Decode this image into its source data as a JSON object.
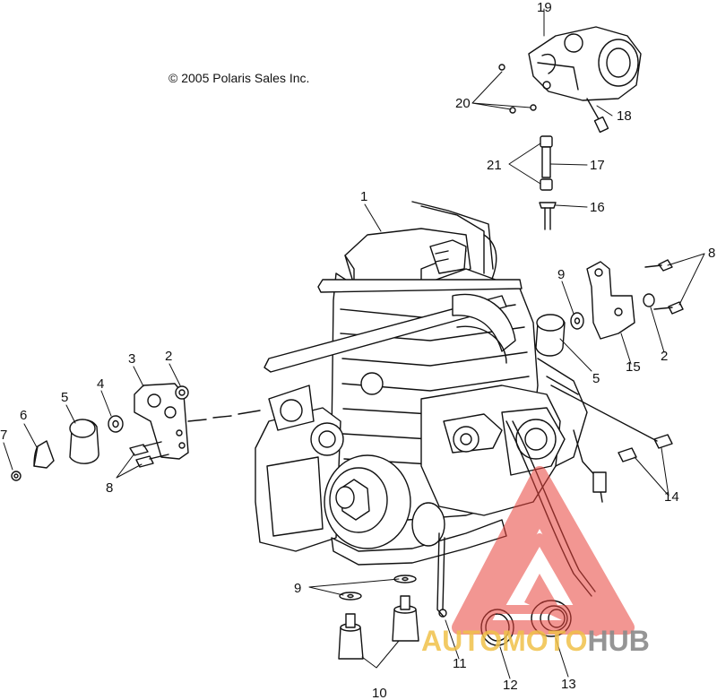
{
  "copyright": "© 2005 Polaris Sales Inc.",
  "callouts": {
    "c1": "1",
    "c2a": "2",
    "c2b": "2",
    "c3": "3",
    "c4": "4",
    "c5a": "5",
    "c5b": "5",
    "c6": "6",
    "c7": "7",
    "c8a": "8",
    "c8b": "8",
    "c9a": "9",
    "c9b": "9",
    "c10": "10",
    "c11": "11",
    "c12": "12",
    "c13": "13",
    "c14": "14",
    "c15": "15",
    "c16": "16",
    "c17": "17",
    "c18": "18",
    "c19": "19",
    "c20": "20",
    "c21": "21"
  },
  "watermark": {
    "part1": "AUTOMOTO",
    "part2": "HUB",
    "color_red": "#e8423a",
    "color_yellow": "#f0c14a",
    "color_gray": "#8a8a8a"
  }
}
